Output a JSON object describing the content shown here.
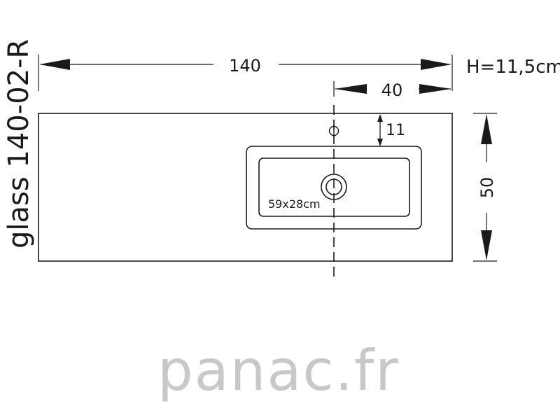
{
  "model_label": "glass 140-02-R",
  "height_label": "H=11,5cm",
  "dimensions": {
    "overall_width": "140",
    "tap_offset": "40",
    "tap_depth": "11",
    "overall_depth": "50",
    "basin_size": "59x28cm"
  },
  "watermark": "panac.fr",
  "colors": {
    "line": "#1a1a1a",
    "watermark": "#c8c8c8"
  }
}
